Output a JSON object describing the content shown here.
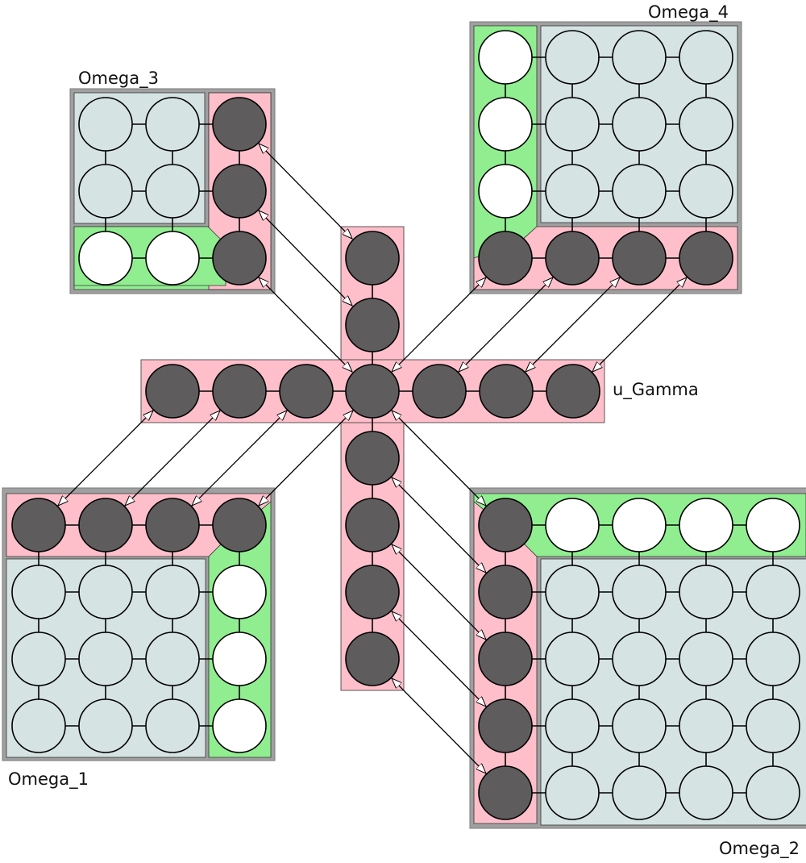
{
  "labels": {
    "omega1": "Omega_1",
    "omega2": "Omega_2",
    "omega3": "Omega_3",
    "omega4": "Omega_4",
    "interface": "u_Gamma"
  },
  "colors": {
    "background": "#ffffff",
    "frame": "#a0a0a0",
    "interior_region": "#d6e3e3",
    "interface_region": "#ffbfca",
    "boundary_region": "#90ee90",
    "interior_node": "#d6e3e3",
    "interface_node": "#5f5c5d",
    "boundary_node": "#ffffff",
    "edge": "#000000"
  },
  "icons": {
    "interior_node": "light-circle",
    "interface_node": "dark-circle",
    "boundary_node": "white-circle",
    "arrow": "double-headed-arrow"
  }
}
